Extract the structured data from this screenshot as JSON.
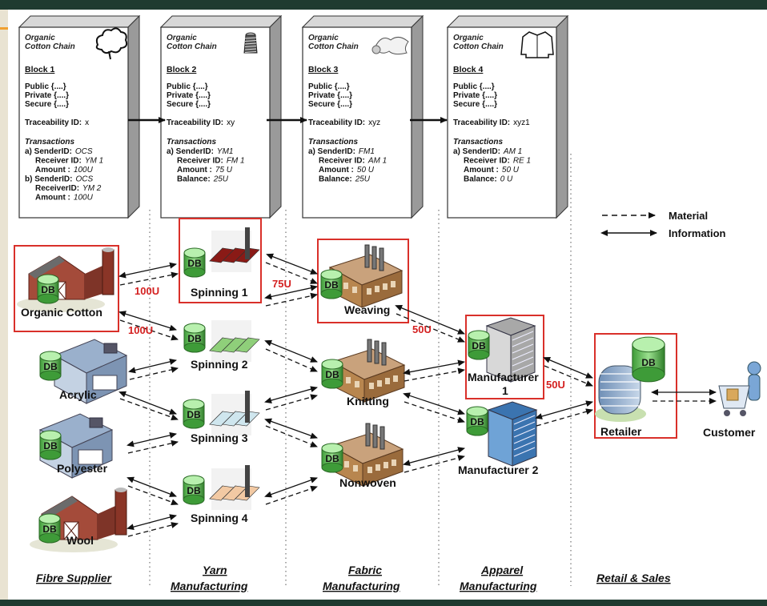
{
  "blocks": [
    {
      "chain": [
        "Organic",
        "Cotton Chain"
      ],
      "title": "Block 1",
      "fields": [
        "Public {....}",
        "Private {....}",
        "Secure {....}"
      ],
      "trace_label": "Traceability ID:",
      "trace_value": "x",
      "tx_label": "Transactions",
      "tx_lines": [
        {
          "k": "a) SenderID:",
          "v": "OCS"
        },
        {
          "k": "Receiver ID:",
          "v": "YM 1"
        },
        {
          "k": "Amount :",
          "v": "100U"
        },
        {
          "k": "b) SenderID:",
          "v": "OCS"
        },
        {
          "k": "ReceiverID:",
          "v": "YM 2"
        },
        {
          "k": "Amount :",
          "v": "100U"
        }
      ]
    },
    {
      "chain": [
        "Organic",
        "Cotton Chain"
      ],
      "title": "Block 2",
      "fields": [
        "Public {....}",
        "Private {....}",
        "Secure {....}"
      ],
      "trace_label": "Traceability ID:",
      "trace_value": "xy",
      "tx_label": "Transactions",
      "tx_lines": [
        {
          "k": "a) SenderID:",
          "v": "YM1"
        },
        {
          "k": "Receiver ID:",
          "v": "FM 1"
        },
        {
          "k": "Amount :",
          "v": "75 U"
        },
        {
          "k": "Balance:",
          "v": "25U"
        }
      ]
    },
    {
      "chain": [
        "Organic",
        "Cotton Chain"
      ],
      "title": "Block 3",
      "fields": [
        "Public {....}",
        "Private {....}",
        "Secure {....}"
      ],
      "trace_label": "Traceability ID:",
      "trace_value": "xyz",
      "tx_label": "Transactions",
      "tx_lines": [
        {
          "k": "a) SenderID:",
          "v": "FM1"
        },
        {
          "k": "Receiver ID:",
          "v": "AM 1"
        },
        {
          "k": "Amount :",
          "v": "50 U"
        },
        {
          "k": "Balance:",
          "v": "25U"
        }
      ]
    },
    {
      "chain": [
        "Organic",
        "Cotton Chain"
      ],
      "title": "Block 4",
      "fields": [
        "Public {....}",
        "Private {....}",
        "Secure {....}"
      ],
      "trace_label": "Traceability ID:",
      "trace_value": "xyz1",
      "tx_label": "Transactions",
      "tx_lines": [
        {
          "k": "a) SenderID:",
          "v": "AM 1"
        },
        {
          "k": "Receiver ID:",
          "v": "RE 1"
        },
        {
          "k": "Amount :",
          "v": "50 U"
        },
        {
          "k": "Balance:",
          "v": "0 U"
        }
      ]
    }
  ],
  "legend": {
    "material": "Material",
    "information": "Information"
  },
  "db_label": "DB",
  "nodes": {
    "organic_cotton": "Organic Cotton",
    "acrylic": "Acrylic",
    "polyester": "Polyester",
    "wool": "Wool",
    "spinning1": "Spinning 1",
    "spinning2": "Spinning 2",
    "spinning3": "Spinning 3",
    "spinning4": "Spinning 4",
    "weaving": "Weaving",
    "knitting": "Knitting",
    "nonwoven": "Nonwoven",
    "manufacturer1_a": "Manufacturer",
    "manufacturer1_b": "1",
    "manufacturer2": "Manufacturer 2",
    "retailer": "Retailer",
    "customer": "Customer"
  },
  "amounts": {
    "a1": "100U",
    "a2": "100U",
    "a3": "75U",
    "a4": "50U",
    "a5": "50U"
  },
  "stages": {
    "fibre": [
      "Fibre Supplier"
    ],
    "yarn": [
      "Yarn",
      "Manufacturing"
    ],
    "fabric": [
      "Fabric",
      "Manufacturing"
    ],
    "apparel": [
      "Apparel",
      "Manufacturing"
    ],
    "retail": [
      "Retail & Sales"
    ]
  },
  "colors": {
    "highlight": "#d9302a",
    "amount": "#d42020",
    "frame": "#1f3b30"
  }
}
